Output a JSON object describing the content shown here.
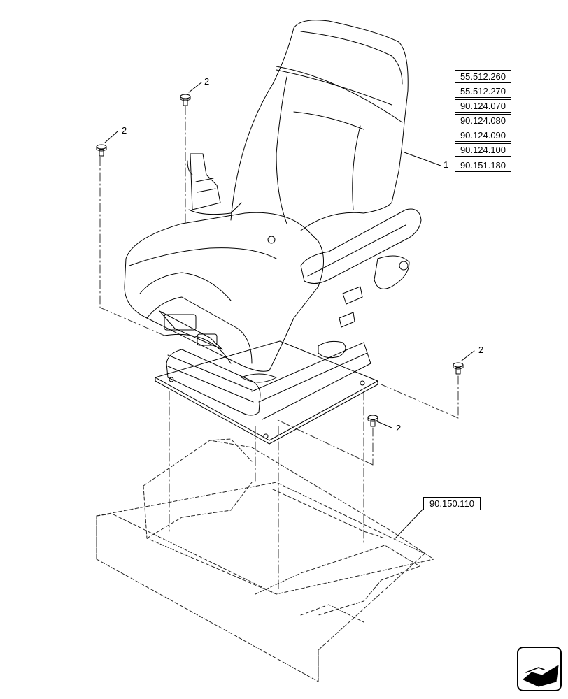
{
  "reference_codes": [
    "55.512.260",
    "55.512.270",
    "90.124.070",
    "90.124.080",
    "90.124.090",
    "90.124.100",
    "90.151.180"
  ],
  "callouts": {
    "seat": "1",
    "bolt_top_left_a": "2",
    "bolt_top_left_b": "2",
    "bolt_right": "2",
    "bolt_bottom": "2"
  },
  "platform_reference": "90.150.110",
  "nav_icon": "arrow-icon"
}
